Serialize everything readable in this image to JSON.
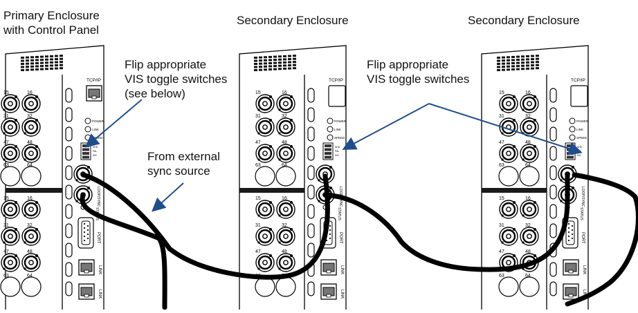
{
  "enclosures": [
    {
      "title": "Primary Enclosure\nwith Control Panel",
      "tcpip_label": "TCP/IP"
    },
    {
      "title": "Secondary Enclosure",
      "tcpip_label": "TCP/IP"
    },
    {
      "title": "Secondary Enclosure",
      "tcpip_label": "TCP/IP"
    }
  ],
  "callouts": {
    "flip_switches_primary": "Flip appropriate\nVIS toggle switches\n(see below)",
    "flip_switches_secondary": "Flip appropriate\nVIS toggle switches",
    "sync_source": "From external\nsync source"
  },
  "panel_labels": {
    "power": "POWER",
    "link": "LINK",
    "speed": "SPEED",
    "loop": "LOOP/SYNC",
    "status": "STATUS",
    "port": "PORT",
    "link_port": "LINK",
    "bnc_row_numbers": [
      [
        "15",
        "16"
      ],
      [
        "31",
        "32"
      ],
      [
        "47",
        "48"
      ],
      [
        "63",
        "64"
      ]
    ]
  },
  "colors": {
    "arrow": "#1f4e8c",
    "cable": "#000000",
    "outline": "#000000",
    "vent": "#111111",
    "separator": "#1a1a1a"
  },
  "icons": [
    "bnc-connector-icon",
    "rj45-port-icon",
    "db9-port-icon",
    "dip-switch-icon",
    "led-icon"
  ]
}
